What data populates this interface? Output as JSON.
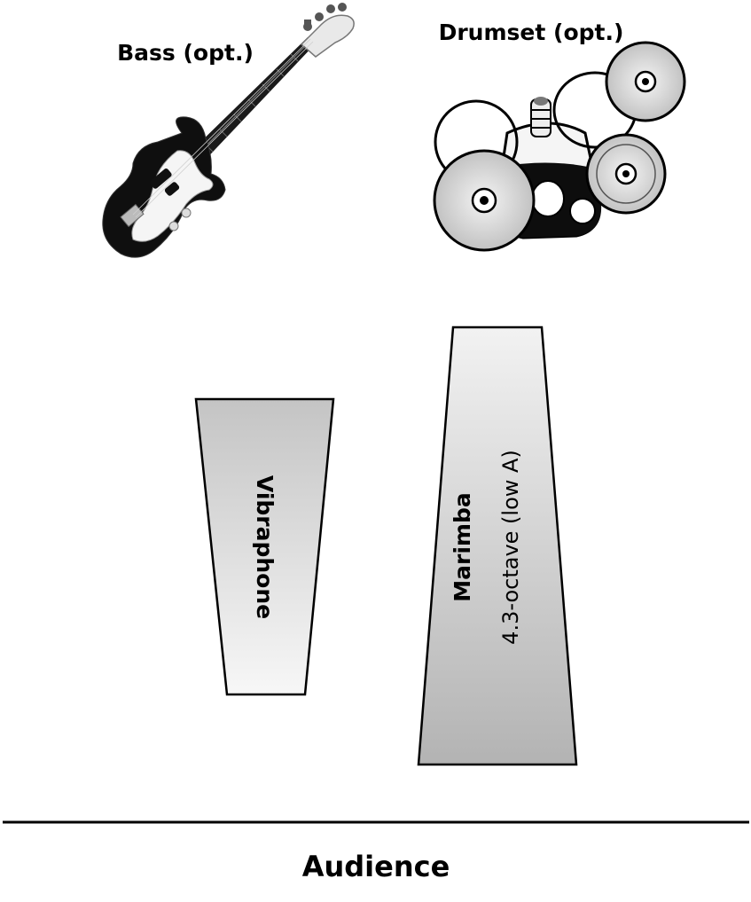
{
  "instruments": {
    "bass": {
      "label": "Bass (opt.)"
    },
    "drumset": {
      "label": "Drumset (opt.)"
    },
    "vibraphone": {
      "label": "Vibraphone"
    },
    "marimba": {
      "label": "Marimba",
      "sublabel": "4.3-octave (low A)"
    }
  },
  "audience": {
    "label": "Audience"
  },
  "colors": {
    "outline": "#000000",
    "cymbal_light": "#f4f4f4",
    "cymbal_dark": "#bdbdbd",
    "vibraphone_light": "#f7f7f7",
    "vibraphone_dark": "#c4c4c4",
    "marimba_light": "#f2f2f2",
    "marimba_dark": "#b3b3b3"
  }
}
